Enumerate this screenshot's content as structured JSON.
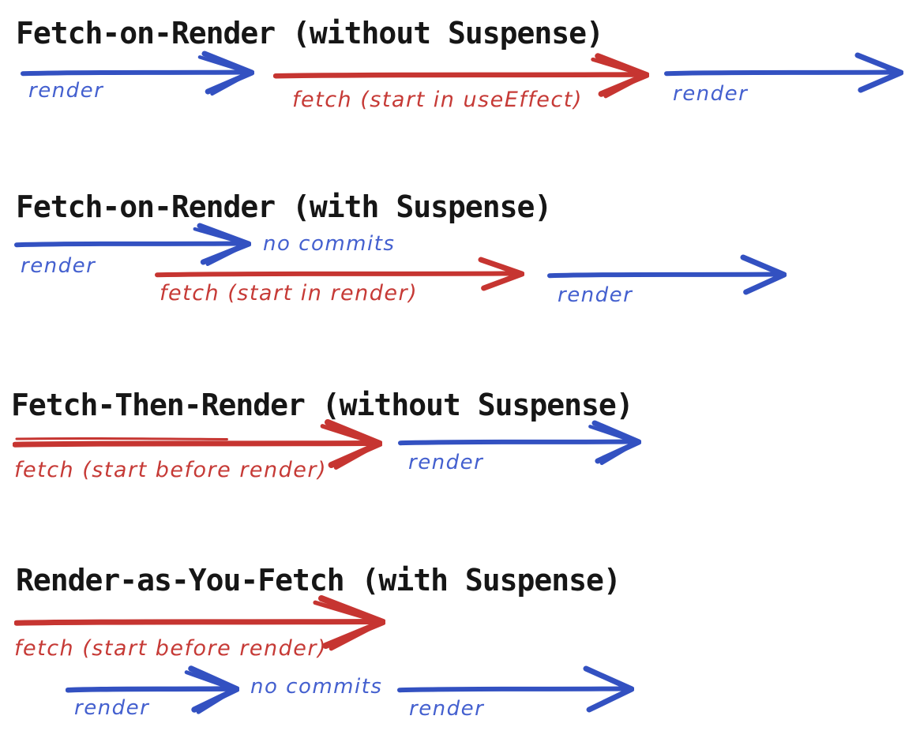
{
  "colors": {
    "blue": "#3351c1",
    "blue_text": "#4460cf",
    "red": "#c63531",
    "red_text": "#c63a36",
    "title": "#161616",
    "background": "#ffffff"
  },
  "sections": [
    {
      "title": "Fetch-on-Render (without Suspense)",
      "labels": {
        "render1": "render",
        "fetch": "fetch (start in useEffect)",
        "render2": "render"
      }
    },
    {
      "title": "Fetch-on-Render (with Suspense)",
      "labels": {
        "render1": "render",
        "no_commits": "no commits",
        "fetch": "fetch (start in render)",
        "render2": "render"
      }
    },
    {
      "title": "Fetch-Then-Render (without Suspense)",
      "labels": {
        "fetch": "fetch (start before render)",
        "render1": "render"
      }
    },
    {
      "title": "Render-as-You-Fetch (with Suspense)",
      "labels": {
        "fetch": "fetch (start before render)",
        "render1": "render",
        "no_commits": "no commits",
        "render2": "render"
      }
    }
  ]
}
